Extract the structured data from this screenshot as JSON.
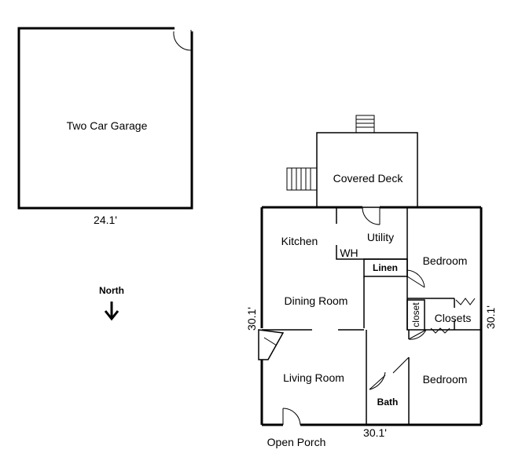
{
  "rooms": {
    "garage": "Two Car Garage",
    "covered_deck": "Covered Deck",
    "kitchen": "Kitchen",
    "utility": "Utility",
    "water_heater": "WH",
    "linen": "Linen",
    "bedroom_1": "Bedroom",
    "dining_room": "Dining Room",
    "closet": "closet",
    "closets": "Closets",
    "living_room": "Living Room",
    "bedroom_2": "Bedroom",
    "bath": "Bath",
    "open_porch": "Open Porch"
  },
  "dimensions": {
    "garage_width": "24.1'",
    "house_left": "30.1'",
    "house_right": "30.1'",
    "house_bottom": "30.1'"
  },
  "compass": {
    "label": "North",
    "arrow": "↓"
  }
}
